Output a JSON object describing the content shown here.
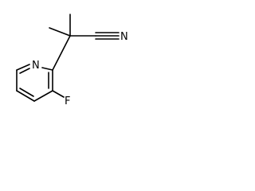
{
  "molecule": {
    "atoms": {
      "ring_nitrogen": "N",
      "fluorine": "F",
      "nitrile_nitrogen": "N"
    },
    "colors": {
      "bond": "#000000",
      "label": "#000000",
      "background": "#ffffff"
    }
  }
}
